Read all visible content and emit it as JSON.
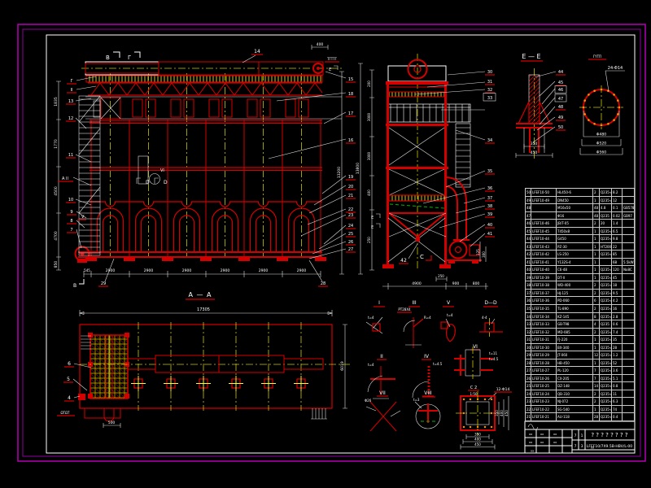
{
  "colors": {
    "red": "#d40000",
    "yellow": "#c8c800",
    "white": "#ffffff",
    "magenta": "#b400b4",
    "green": "#00b800",
    "orange": "#ff9000",
    "bg": "#000000"
  },
  "front": {
    "sec_b": "B",
    "sec_g": "Γ",
    "co14": "14",
    "dim400": "400",
    "note": "ΤΓΤΤΓ",
    "e_mark": "E",
    "left_callouts": [
      "Γ",
      "II",
      "13",
      "12",
      "11",
      "A II",
      "10",
      "9",
      "8",
      "7"
    ],
    "left_dims": [
      "1835",
      "1770",
      "4500",
      "4700",
      "850"
    ],
    "right_callouts": [
      "15",
      "18",
      "17",
      "16",
      "19",
      "20",
      "21",
      "22",
      "23",
      "24",
      "25",
      "26",
      "27"
    ],
    "dim_13200": "13200",
    "dim_13800": "13800",
    "gap_dims": [
      "200",
      "3000",
      "3000",
      "400",
      "250"
    ],
    "bottom_dims": [
      "545",
      "2900",
      "2900",
      "2900",
      "2900",
      "2900",
      "2900"
    ],
    "co29": "29",
    "co28": "28",
    "sec_b2": "B",
    "vi": "VI",
    "d1": "D",
    "d2": "D",
    "v": "V"
  },
  "side": {
    "right_callouts": [
      "30",
      "31",
      "32",
      "33",
      "34",
      "35",
      "36",
      "37",
      "38",
      "39",
      "40",
      "41"
    ],
    "co42": "42",
    "c_mark": "C",
    "e1": "E",
    "e2": "E",
    "bottom_dims": [
      "4900",
      "900",
      "800"
    ],
    "dim250": "250",
    "fan_dims": [
      "125",
      "300"
    ]
  },
  "ee": {
    "title": "E — E",
    "callouts": [
      "44",
      "45",
      "46",
      "47",
      "48",
      "49",
      "50"
    ],
    "dim1": "350",
    "dim2": "450"
  },
  "flange": {
    "title": "ΓΥΤΠ",
    "note": "24-Φ14",
    "dims": [
      "Φ480",
      "Φ520",
      "Φ560"
    ]
  },
  "plan": {
    "caption": "A — A",
    "dim_w": "17305",
    "dim_h": "6019",
    "callouts": [
      "6",
      "5",
      "4"
    ],
    "dim500": "500",
    "note": "ΩΤΩΤ"
  },
  "details": {
    "row1": [
      "I",
      "III",
      "V",
      "D—D"
    ],
    "row1_note": "PT28X4",
    "row2": [
      "II",
      "IV",
      "VI"
    ],
    "row3": [
      "VII",
      "VIII"
    ],
    "c_label": "C 2",
    "c_scale": "1:50",
    "bolt_note": "12-Φ14",
    "dims_h": [
      "350",
      "400",
      "450"
    ],
    "dims_v": [
      "350",
      "400",
      "450"
    ],
    "notes": [
      "t=4",
      "R=4",
      "t=4",
      "4-4",
      "t=4",
      "t=4.5",
      "t=11",
      "t=4.5",
      "Φ26",
      "t=3"
    ]
  },
  "tb": {
    "name": "? ? ? ? ? ? ? ?",
    "code": "LFEF10/7X9.5B-HBV/L-00",
    "n1": "7",
    "n2": "1",
    "n3": "7",
    "n4": "3",
    "sig": [
      "xx",
      "xx",
      "xx",
      "xx",
      "xx",
      "xx"
    ],
    "foot": [
      "xx",
      "xx"
    ]
  },
  "bom": {
    "rows": [
      {
        "n": "50",
        "c": "LFEF10-50",
        "m": "HL450-6",
        "q": "2",
        "t": "Q235-A",
        "w": "8.2",
        "b": ""
      },
      {
        "n": "49",
        "c": "LFEF10-49",
        "m": "DN450",
        "q": "1",
        "t": "Q235-A",
        "w": "12",
        "b": ""
      },
      {
        "n": "48",
        "c": "",
        "m": "M16x50",
        "q": "48",
        "t": "4.8",
        "w": "0.1",
        "b": "GB5782"
      },
      {
        "n": "47",
        "c": "",
        "m": "Φ16",
        "q": "48",
        "t": "Q235",
        "w": "0.02",
        "b": "GB97"
      },
      {
        "n": "46",
        "c": "LFEF10-46",
        "m": "JB/T-05",
        "q": "2",
        "t": "20",
        "w": "1.4",
        "b": ""
      },
      {
        "n": "45",
        "c": "LFEF10-45",
        "m": "T450x8",
        "q": "1",
        "t": "Q235-A",
        "w": "6.5",
        "b": ""
      },
      {
        "n": "44",
        "c": "LFEF10-44",
        "m": "G450",
        "q": "1",
        "t": "Q235-A",
        "w": "9.8",
        "b": ""
      },
      {
        "n": "43",
        "c": "LFEF10-43",
        "m": "PZ-30",
        "q": "1",
        "t": "HT200",
        "w": "22",
        "b": ""
      },
      {
        "n": "42",
        "c": "LFEF10-42",
        "m": "LS-250",
        "q": "1",
        "t": "Q235-A",
        "w": "85",
        "b": ""
      },
      {
        "n": "41",
        "c": "LFEF10-41",
        "m": "Y132S-4",
        "q": "1",
        "t": "",
        "w": "68",
        "b": "5.5kW"
      },
      {
        "n": "40",
        "c": "LFEF10-40",
        "m": "C6-48",
        "q": "1",
        "t": "Q235-A",
        "w": "120",
        "b": "No8C"
      },
      {
        "n": "39",
        "c": "LFEF10-39",
        "m": "DT-II",
        "q": "1",
        "t": "Q235-A",
        "w": "45",
        "b": ""
      },
      {
        "n": "38",
        "c": "LFEF10-38",
        "m": "WD-400",
        "q": "2",
        "t": "Q235-A",
        "w": "18",
        "b": ""
      },
      {
        "n": "37",
        "c": "LFEF10-37",
        "m": "HJ-125",
        "q": "2",
        "t": "Q235-A",
        "w": "9.5",
        "b": ""
      },
      {
        "n": "36",
        "c": "LFEF10-36",
        "m": "PD-060",
        "q": "6",
        "t": "Q235-A",
        "w": "4.2",
        "b": ""
      },
      {
        "n": "35",
        "c": "LFEF10-35",
        "m": "TL-890",
        "q": "2",
        "t": "Q235-A",
        "w": "16",
        "b": ""
      },
      {
        "n": "34",
        "c": "LFEF10-34",
        "m": "KZ-145",
        "q": "8",
        "t": "Q235-A",
        "w": "2.8",
        "b": ""
      },
      {
        "n": "33",
        "c": "LFEF10-33",
        "m": "GB-T98",
        "q": "4",
        "t": "Q235",
        "w": "0.6",
        "b": ""
      },
      {
        "n": "32",
        "c": "LFEF10-32",
        "m": "MD-085",
        "q": "2",
        "t": "Q235-A",
        "w": "7.4",
        "b": ""
      },
      {
        "n": "31",
        "c": "LFEF10-31",
        "m": "FJ-220",
        "q": "1",
        "t": "Q235-A",
        "w": "35",
        "b": ""
      },
      {
        "n": "30",
        "c": "LFEF10-30",
        "m": "BX-340",
        "q": "1",
        "t": "Q235-A",
        "w": "28",
        "b": ""
      },
      {
        "n": "29",
        "c": "LFEF10-29",
        "m": "JT-060",
        "q": "12",
        "t": "Q235-A",
        "w": "1.2",
        "b": ""
      },
      {
        "n": "28",
        "c": "LFEF10-28",
        "m": "HB-450",
        "q": "1",
        "t": "Q235-A",
        "w": "52",
        "b": ""
      },
      {
        "n": "27",
        "c": "LFEF10-27",
        "m": "PL-120",
        "q": "7",
        "t": "Q235-A",
        "w": "3.6",
        "b": ""
      },
      {
        "n": "26",
        "c": "LFEF10-26",
        "m": "CX-205",
        "q": "7",
        "t": "Q235-A",
        "w": "5.1",
        "b": ""
      },
      {
        "n": "25",
        "c": "LFEF10-25",
        "m": "DZ-148",
        "q": "14",
        "t": "Q235-A",
        "w": "0.8",
        "b": ""
      },
      {
        "n": "24",
        "c": "LFEF10-24",
        "m": "QB-310",
        "q": "2",
        "t": "Q235-A",
        "w": "11",
        "b": ""
      },
      {
        "n": "23",
        "c": "LFEF10-23",
        "m": "NJ-072",
        "q": "2",
        "t": "Q235-A",
        "w": "6.3",
        "b": ""
      },
      {
        "n": "22",
        "c": "LFEF10-22",
        "m": "SG-540",
        "q": "1",
        "t": "Q235-A",
        "w": "74",
        "b": ""
      },
      {
        "n": "21",
        "c": "LFEF10-21",
        "m": "AU-118",
        "q": "28",
        "t": "Q235-A",
        "w": "0.4",
        "b": ""
      }
    ]
  }
}
